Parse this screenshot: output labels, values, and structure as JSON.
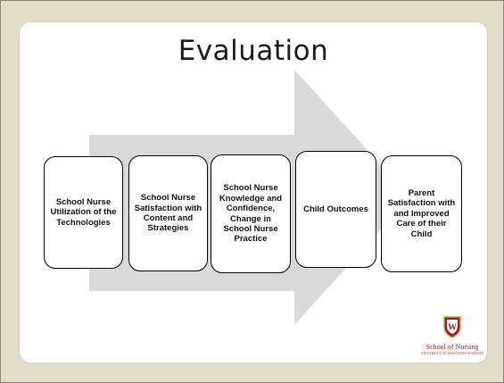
{
  "slide": {
    "title": "Evaluation",
    "boxes": [
      "School Nurse Utilization of the Technologies",
      "School Nurse Satisfaction with Content and Strategies",
      "School Nurse Knowledge and Confidence, Change in School Nurse Practice",
      "Child Outcomes",
      "Parent Satisfaction with and Improved Care of their Child"
    ],
    "logo": {
      "name": "School of Nursing",
      "subtitle": "UNIVERSITY OF WISCONSIN-MADISON",
      "crest_letter": "W"
    }
  },
  "colors": {
    "background": "#e3dcc9",
    "slide": "#ffffff",
    "arrow": "#d9d9d9",
    "box_border": "#000000",
    "crest": "#9b1b1f"
  }
}
